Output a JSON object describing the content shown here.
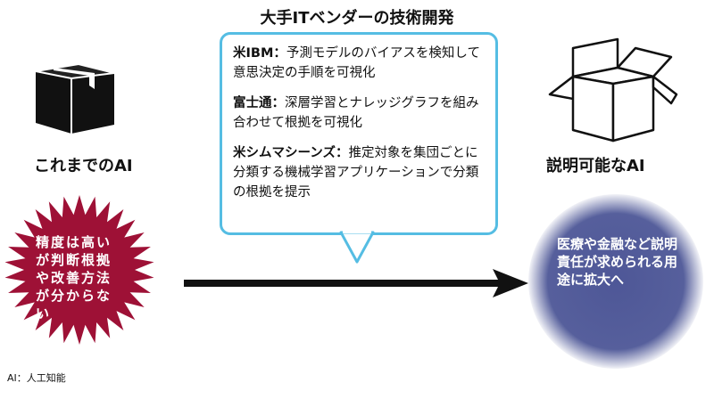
{
  "title": "大手ITベンダーの技術開発",
  "bubble": [
    {
      "name": "米IBM：",
      "text": "予測モデルのバイアスを検知して意思決定の手順を可視化"
    },
    {
      "name": "富士通：",
      "text": "深層学習とナレッジグラフを組み合わせて根拠を可視化"
    },
    {
      "name": "米シムマシーンズ：",
      "text": "推定対象を集団ごとに分類する機械学習アプリケーションで分類の根拠を提示"
    }
  ],
  "left": {
    "label": "これまでのAI",
    "burst": "精度は高いが判断根拠や改善方法が分からない",
    "color": "#9e1136"
  },
  "right": {
    "label": "説明可能なAI",
    "circle": "医療や金融など説明責任が求められる用途に拡大へ",
    "color": "#4e5797"
  },
  "footnote": "AI：人工知能"
}
